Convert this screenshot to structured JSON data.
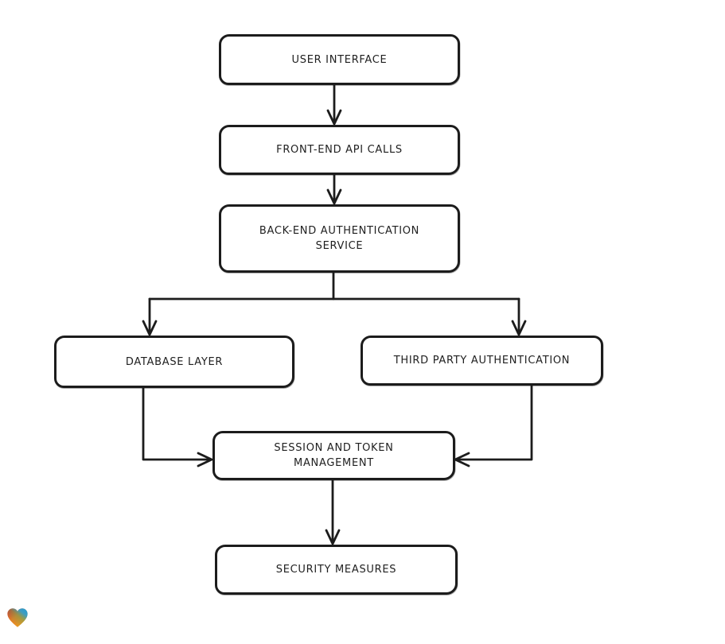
{
  "page": {
    "background_color": "#ffffff",
    "stroke_color": "#1c1c1c",
    "text_color": "#1f1f1f",
    "box_fill_color": "#ffffff"
  },
  "diagram": {
    "type": "flowchart",
    "style": "hand-drawn",
    "nodes": [
      {
        "id": "user-interface",
        "lines": [
          "USER INTERFACE"
        ]
      },
      {
        "id": "front-end-api-calls",
        "lines": [
          "FRONT-END API CALLS"
        ]
      },
      {
        "id": "back-end-authentication-service",
        "lines": [
          "BACK-END AUTHENTICATION",
          "SERVICE"
        ]
      },
      {
        "id": "database-layer",
        "lines": [
          "DATABASE LAYER"
        ]
      },
      {
        "id": "third-party-authentication",
        "lines": [
          "THIRD PARTY AUTHENTICATION"
        ]
      },
      {
        "id": "session-and-token-management",
        "lines": [
          "SESSION AND TOKEN",
          "MANAGEMENT"
        ]
      },
      {
        "id": "security-measures",
        "lines": [
          "SECURITY MEASURES"
        ]
      }
    ],
    "edges": [
      {
        "from": "user-interface",
        "to": "front-end-api-calls"
      },
      {
        "from": "front-end-api-calls",
        "to": "back-end-authentication-service"
      },
      {
        "from": "back-end-authentication-service",
        "to": "database-layer"
      },
      {
        "from": "back-end-authentication-service",
        "to": "third-party-authentication"
      },
      {
        "from": "database-layer",
        "to": "session-and-token-management"
      },
      {
        "from": "third-party-authentication",
        "to": "session-and-token-management"
      },
      {
        "from": "session-and-token-management",
        "to": "security-measures"
      }
    ]
  },
  "branding": {
    "logo_icon": "gradient-heart-icon",
    "logo_colors": {
      "red": "#e41e2b",
      "orange": "#f6921e",
      "green": "#53a85c",
      "blue": "#2e9fd4"
    }
  }
}
